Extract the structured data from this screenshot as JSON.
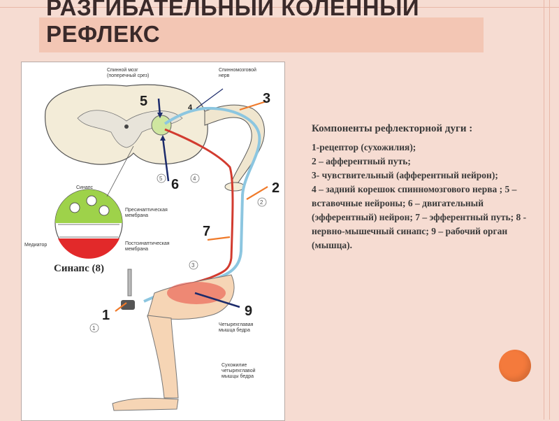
{
  "title": "РАЗГИБАТЕЛЬНЫЙ КОЛЕННЫЙ РЕФЛЕКС",
  "diagram_labels": {
    "spinal_cord": "Спинной мозг",
    "cross_section": "(поперечный срез)",
    "spinal_nerve_1": "Спинномозговой",
    "spinal_nerve_2": "нерв",
    "synapse": "Синапс",
    "presyn_1": "Пресинаптическая",
    "presyn_2": "мембрана",
    "postsyn_1": "Постсинаптическая",
    "postsyn_2": "мембрана",
    "mediator": "Медиатор",
    "quad_1": "Четырехглавая",
    "quad_2": "мышца бедра",
    "tendon_1": "Сухожилие",
    "tendon_2": "четырехглавой",
    "tendon_3": "мышцы бедра",
    "circ_1": "1",
    "circ_2": "2",
    "circ_3": "3",
    "circ_4": "4",
    "circ_5": "5"
  },
  "numbers": {
    "n1": "1",
    "n2": "2",
    "n3": "3",
    "n4": "4",
    "n5": "5",
    "n6": "6",
    "n7": "7",
    "n9": "9"
  },
  "synapse_caption": "Синапс (8)",
  "components_heading": "Компоненты рефлекторной дуги :",
  "components_text": "1-рецептор (сухожилия);\n2 – афферентный путь;\n3- чувствительный (афферентный нейрон);\n4 – задний корешок спинномозгового нерва ; 5 – вставочные нейроны; 6 – двигательный (эфферентный) нейрон; 7 – эфферентный путь; 8 - нервно-мышечный синапс; 9 – рабочий орган (мышца).",
  "colors": {
    "background": "#f6dcd2",
    "title_band": "#f3c6b4",
    "afferent": "#8cc6e0",
    "efferent": "#d23b2f",
    "arrow_orange": "#f07a2a",
    "arrow_navy": "#1c2b6b",
    "accent": "#f47a3c"
  }
}
